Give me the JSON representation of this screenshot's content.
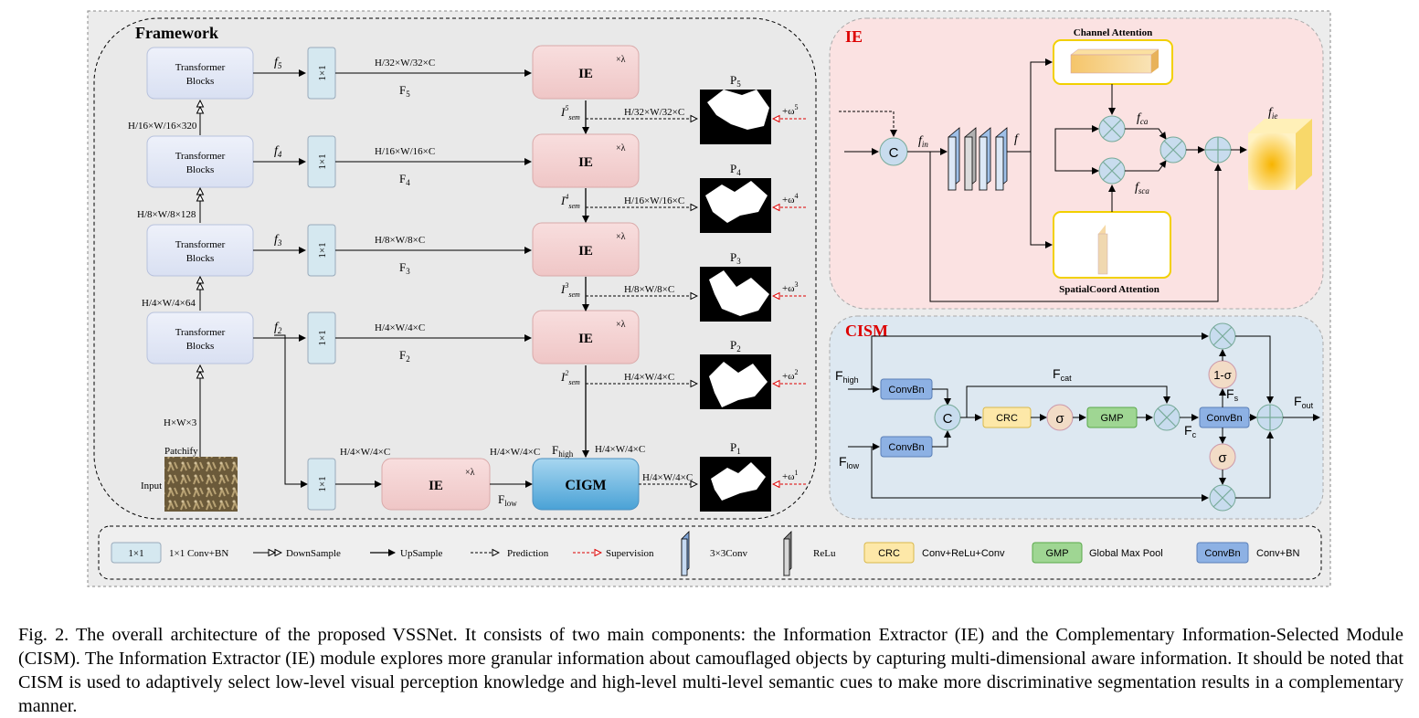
{
  "framework": {
    "title": "Framework",
    "block_label_1": "Transformer",
    "block_label_2": "Blocks",
    "conv_label": "1×1",
    "ie_label": "IE",
    "lambda": "×λ",
    "cigm_label": "CIGM",
    "dims": [
      "H/16×W/16×320",
      "H/8×W/8×128",
      "H/4×W/4×64",
      "H×W×3"
    ],
    "patchify": "Patchify",
    "input": "Input",
    "levels": [
      {
        "f": "f",
        "fsub": "5",
        "dim": "H/32×W/32×C",
        "F": "F",
        "Fsub": "5",
        "I": "I",
        "Isup": "5",
        "Isub": "sem",
        "pdim": "H/32×W/32×C",
        "P": "P",
        "Psub": "5",
        "omega": "+ω",
        "osup": "5"
      },
      {
        "f": "f",
        "fsub": "4",
        "dim": "H/16×W/16×C",
        "F": "F",
        "Fsub": "4",
        "I": "I",
        "Isup": "4",
        "Isub": "sem",
        "pdim": "H/16×W/16×C",
        "P": "P",
        "Psub": "4",
        "omega": "+ω",
        "osup": "4"
      },
      {
        "f": "f",
        "fsub": "3",
        "dim": "H/8×W/8×C",
        "F": "F",
        "Fsub": "3",
        "I": "I",
        "Isup": "3",
        "Isub": "sem",
        "pdim": "H/8×W/8×C",
        "P": "P",
        "Psub": "3",
        "omega": "+ω",
        "osup": "3"
      },
      {
        "f": "f",
        "fsub": "2",
        "dim": "H/4×W/4×C",
        "F": "F",
        "Fsub": "2",
        "I": "I",
        "Isup": "2",
        "Isub": "sem",
        "pdim": "H/4×W/4×C",
        "P": "P",
        "Psub": "2",
        "omega": "+ω",
        "osup": "2"
      }
    ],
    "bottom": {
      "dim_a": "H/4×W/4×C",
      "dim_b": "H/4×W/4×C",
      "dim_c": "H/4×W/4×C",
      "dim_d": "H/4×W/4×C",
      "Fhigh": "F",
      "Fhigh_sub": "high",
      "Flow": "F",
      "Flow_sub": "low",
      "P": "P",
      "Psub": "1",
      "omega": "+ω",
      "osup": "1"
    }
  },
  "ie_panel": {
    "title": "IE",
    "channel_attention": "Channel Attention",
    "spatial_attention": "SpatialCoord Attention",
    "c_label": "C",
    "fin": "f",
    "fin_sub": "in",
    "f": "f",
    "fca": "f",
    "fca_sub": "ca",
    "fsca": "f",
    "fsca_sub": "sca",
    "fie": "f",
    "fie_sub": "ie"
  },
  "cism_panel": {
    "title": "CISM",
    "fhigh": "F",
    "fhigh_sub": "high",
    "flow": "F",
    "flow_sub": "low",
    "convbn": "ConvBn",
    "c_label": "C",
    "fcat": "F",
    "fcat_sub": "cat",
    "crc": "CRC",
    "sigma": "σ",
    "gmp": "GMP",
    "fc": "F",
    "fc_sub": "c",
    "fs": "F",
    "fs_sub": "s",
    "one_minus_sigma": "1-σ",
    "fout": "F",
    "fout_sub": "out"
  },
  "legend": {
    "conv_box": "1×1",
    "conv_text": "1×1 Conv+BN",
    "downsample": "DownSample",
    "upsample": "UpSample",
    "prediction": "Prediction",
    "supervision": "Supervision",
    "conv3": "3×3Conv",
    "relu": "ReLu",
    "crc_box": "CRC",
    "crc_text": "Conv+ReLu+Conv",
    "gmp_box": "GMP",
    "gmp_text": "Global Max Pool",
    "convbn_box": "ConvBn",
    "convbn_text": "Conv+BN"
  },
  "caption": "Fig. 2.  The overall architecture of the proposed VSSNet. It consists of two main components: the Information Extractor (IE) and the Complementary Information-Selected Module (CISM). The Information Extractor (IE) module explores more granular information about camouflaged objects by capturing multi-dimensional aware information. It should be noted that CISM is used to adaptively select low-level visual perception knowledge and high-level multi-level semantic cues to make more discriminative segmentation results in a complementary manner.",
  "colors": {
    "transformer": "#e3e8f5",
    "conv": "#d5e8f0",
    "ie": "#f4d3d3",
    "cigm": "#6eb8de",
    "ie_panel": "#fbe4e4",
    "cism_panel": "#dde9f1",
    "crc": "#fde8a8",
    "gmp": "#9fd693",
    "convbn": "#8db1e4",
    "sigma": "#f2dcc6",
    "circle": "#c8dcee"
  }
}
